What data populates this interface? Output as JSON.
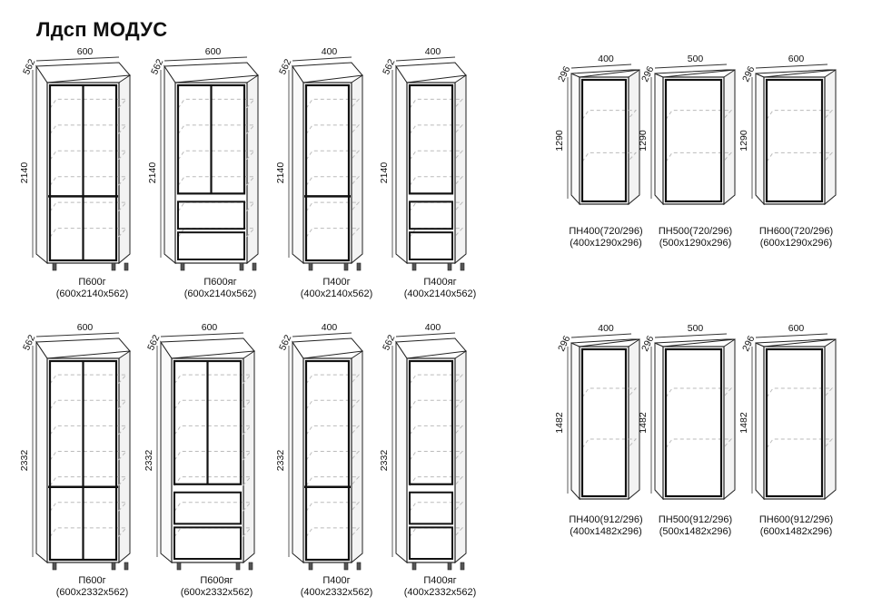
{
  "page": {
    "title": "Лдсп МОДУС"
  },
  "tall_row_1": [
    {
      "code": "П600г",
      "size": "(600х2140х562)",
      "width_dim": "600",
      "depth_dim": "562",
      "height_dim": "2140"
    },
    {
      "code": "П600яг",
      "size": "(600х2140х562)",
      "width_dim": "600",
      "depth_dim": "562",
      "height_dim": "2140"
    },
    {
      "code": "П400г",
      "size": "(400х2140х562)",
      "width_dim": "400",
      "depth_dim": "562",
      "height_dim": "2140"
    },
    {
      "code": "П400яг",
      "size": "(400х2140х562)",
      "width_dim": "400",
      "depth_dim": "562",
      "height_dim": "2140"
    }
  ],
  "tall_row_2": [
    {
      "code": "П600г",
      "size": "(600х2332х562)",
      "width_dim": "600",
      "depth_dim": "562",
      "height_dim": "2332"
    },
    {
      "code": "П600яг",
      "size": "(600х2332х562)",
      "width_dim": "600",
      "depth_dim": "562",
      "height_dim": "2332"
    },
    {
      "code": "П400г",
      "size": "(400х2332х562)",
      "width_dim": "400",
      "depth_dim": "562",
      "height_dim": "2332"
    },
    {
      "code": "П400яг",
      "size": "(400х2332х562)",
      "width_dim": "400",
      "depth_dim": "562",
      "height_dim": "2332"
    }
  ],
  "wall_row_1": [
    {
      "code": "ПН400(720/296)",
      "size": "(400х1290х296)",
      "width_dim": "400",
      "depth_dim": "296",
      "height_dim": "1290"
    },
    {
      "code": "ПН500(720/296)",
      "size": "(500х1290х296)",
      "width_dim": "500",
      "depth_dim": "296",
      "height_dim": "1290"
    },
    {
      "code": "ПН600(720/296)",
      "size": "(600х1290х296)",
      "width_dim": "600",
      "depth_dim": "296",
      "height_dim": "1290"
    }
  ],
  "wall_row_2": [
    {
      "code": "ПН400(912/296)",
      "size": "(400х1482х296)",
      "width_dim": "400",
      "depth_dim": "296",
      "height_dim": "1482"
    },
    {
      "code": "ПН500(912/296)",
      "size": "(500х1482х296)",
      "width_dim": "500",
      "depth_dim": "296",
      "height_dim": "1482"
    },
    {
      "code": "ПН600(912/296)",
      "size": "(600х1482х296)",
      "width_dim": "600",
      "depth_dim": "296",
      "height_dim": "1482"
    }
  ]
}
